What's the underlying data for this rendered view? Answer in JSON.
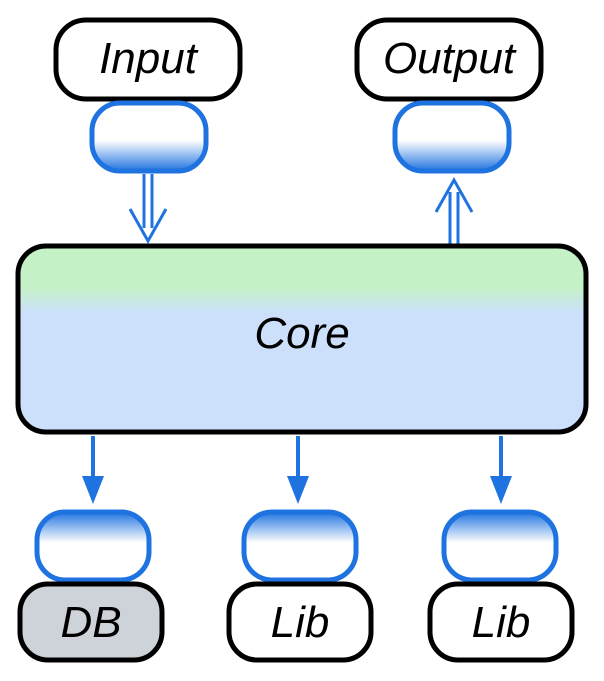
{
  "nodes": {
    "input": {
      "label": "Input"
    },
    "output": {
      "label": "Output"
    },
    "core": {
      "label": "Core"
    },
    "db": {
      "label": "DB"
    },
    "lib1": {
      "label": "Lib"
    },
    "lib2": {
      "label": "Lib"
    }
  },
  "colors": {
    "stroke": "#000000",
    "port_stroke": "#1f73e0",
    "arrow": "#1f73e0",
    "core_top": "#c4f2c6",
    "core_bottom": "#cce0fb",
    "db_fill": "#ced3da",
    "terminal_fill": "#ffffff"
  }
}
